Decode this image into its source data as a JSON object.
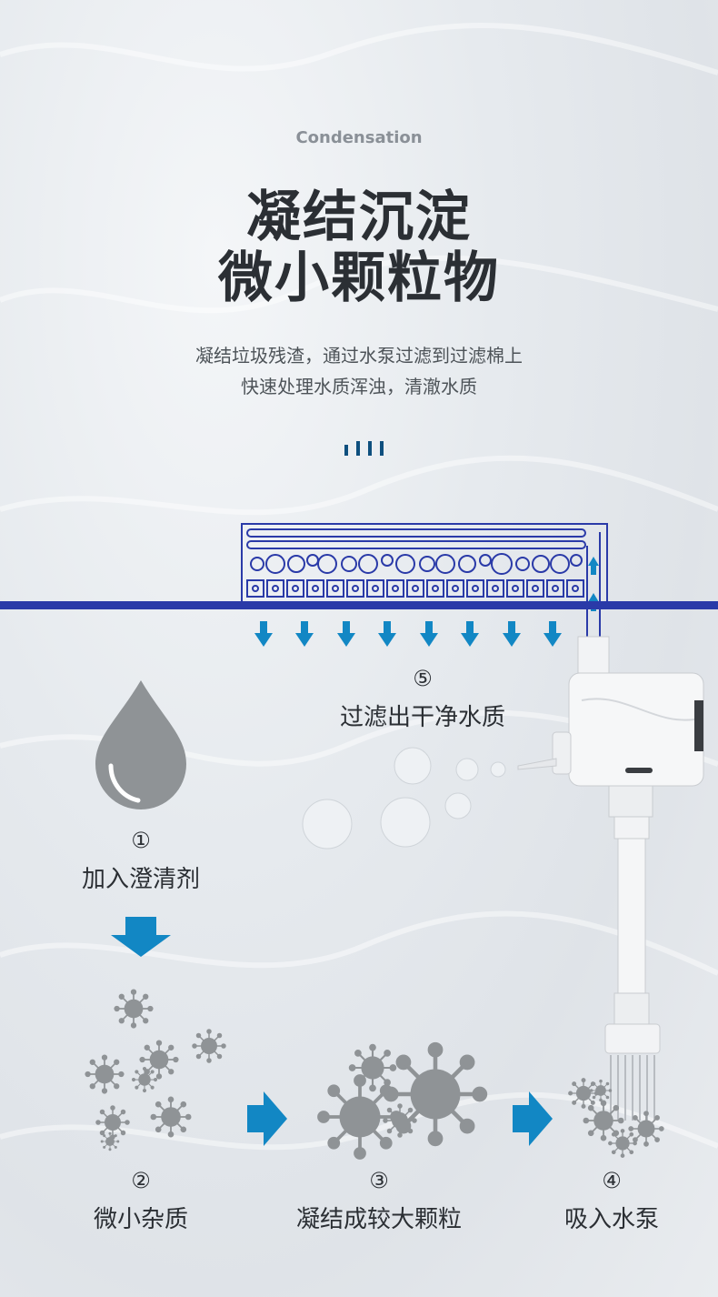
{
  "header": {
    "subtitle_en": "Condensation",
    "title_line1": "凝结沉淀",
    "title_line2": "微小颗粒物",
    "desc_line1": "凝结垃圾残渣，通过水泵过滤到过滤棉上",
    "desc_line2": "快速处理水质浑浊，清澈水质"
  },
  "steps": [
    {
      "num": "①",
      "label": "加入澄清剂"
    },
    {
      "num": "②",
      "label": "微小杂质"
    },
    {
      "num": "③",
      "label": "凝结成较大颗粒"
    },
    {
      "num": "④",
      "label": "吸入水泵"
    },
    {
      "num": "⑤",
      "label": "过滤出干净水质"
    }
  ],
  "colors": {
    "waterline": "#2a3aa8",
    "arrow_blue": "#1287c4",
    "filter_line": "#2a3aa8",
    "particle_gray": "#8f9396",
    "text_dark": "#2b2f34"
  }
}
